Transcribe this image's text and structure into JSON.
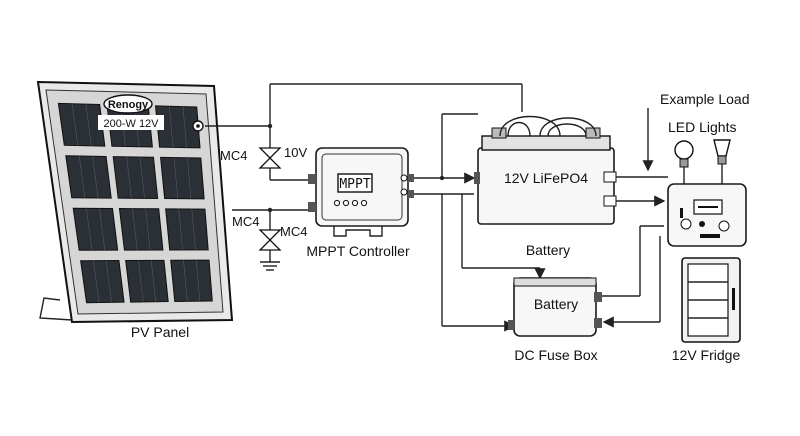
{
  "panel": {
    "brand": "Renogy",
    "rating": "200-W 12V",
    "caption": "PV Panel"
  },
  "connectors": {
    "mc4_top": "MC4",
    "mc4_bottom": "MC4",
    "mc4_bottom_right": "MC4",
    "voltage": "10V"
  },
  "controller": {
    "display": "MPPT",
    "caption": "MPPT Controller"
  },
  "battery": {
    "label": "12V LiFePO4",
    "above_fuse_label": "Battery"
  },
  "fuse_box": {
    "inner_label": "Battery",
    "caption": "DC Fuse Box"
  },
  "loads": {
    "example": "Example Load",
    "lights": "LED Lights",
    "fridge": "12V Fridge"
  },
  "colors": {
    "line": "#222222",
    "panel_cell": "#2b2f36",
    "background": "#ffffff"
  }
}
